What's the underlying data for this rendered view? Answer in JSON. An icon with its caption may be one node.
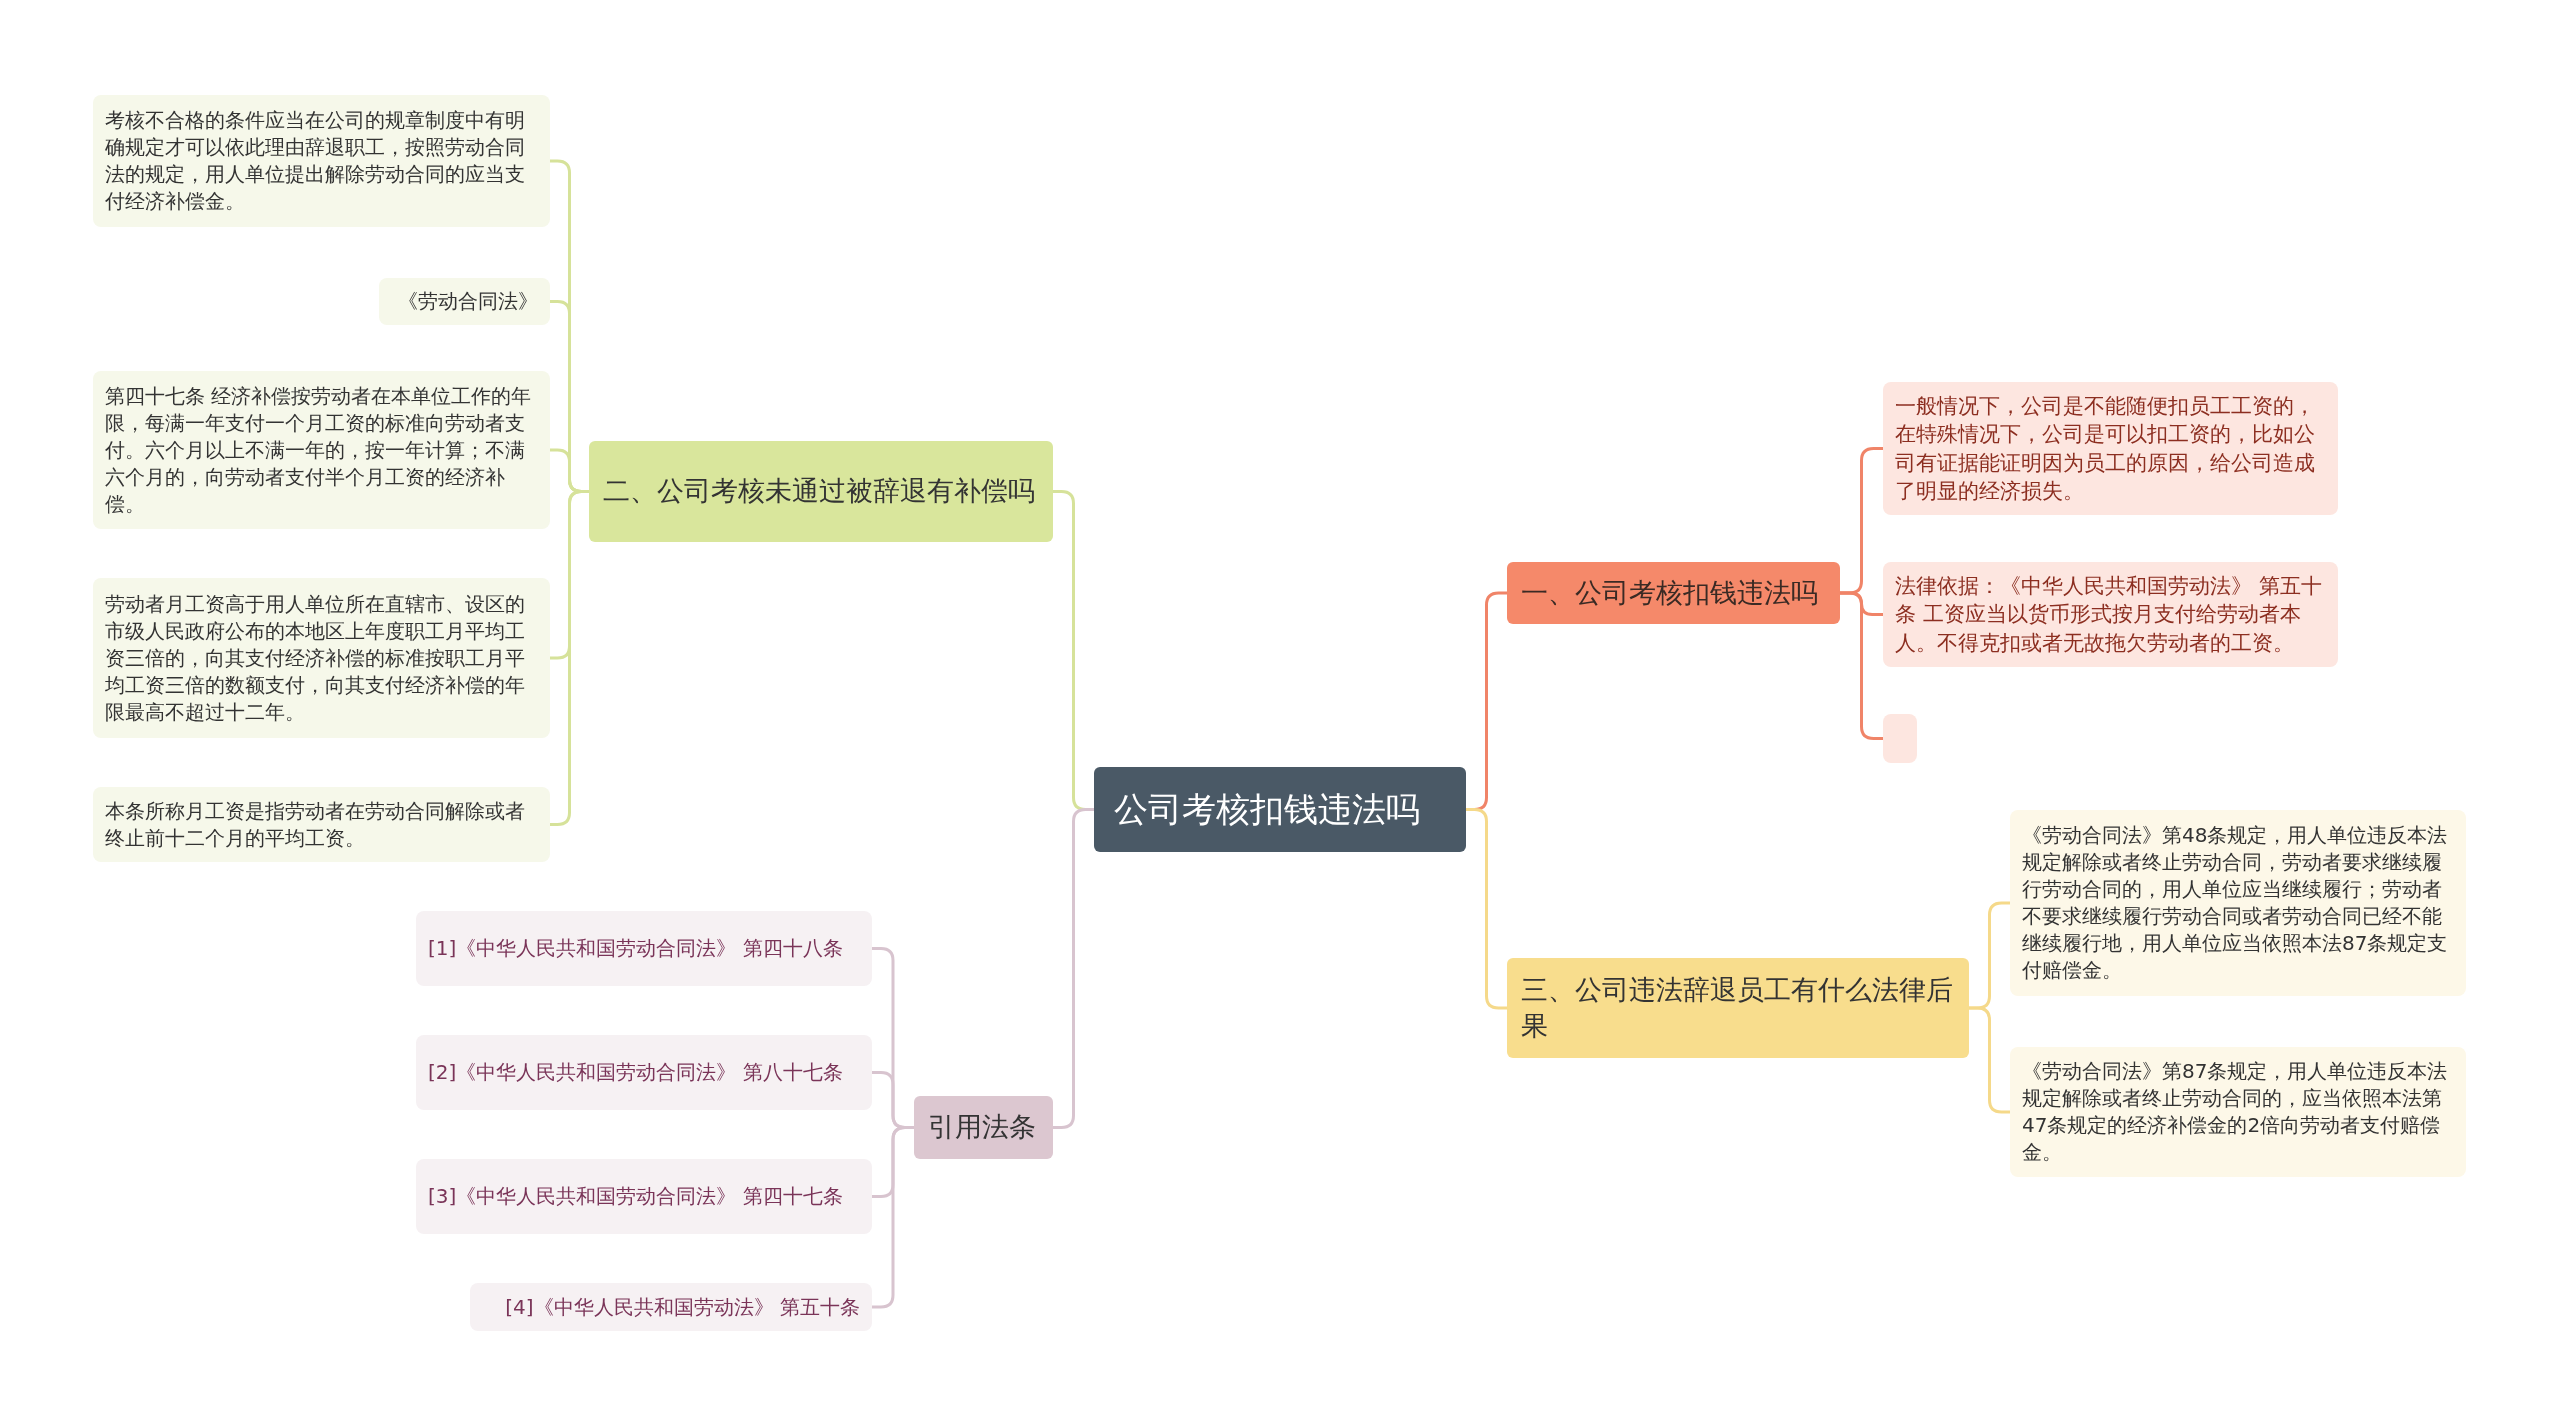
{
  "diagram": {
    "nodes": [
      {
        "text": [
          "公司考核扣钱违法吗"
        ]
      },
      {
        "text": [
          "一、公司考核扣钱违法吗"
        ]
      },
      {
        "text": [
          "一般情况下，公司是不能随便扣员工工资的，在特殊情况下，公司是可以扣工资的，比如公司有证据能证明因为员工的原因，给公司造成了明显的经济损失。"
        ]
      },
      {
        "text": [
          "法律依据：《中华人民共和国劳动法》 第五十条 工资应当以货币形式按月支付给劳动者本人。不得克扣或者无故拖欠劳动者的工资。"
        ]
      },
      {
        "text": [],
        "shape": "box"
      },
      {
        "text": [
          "二、公司考核未通过被辞退有补偿吗"
        ]
      },
      {
        "text": [
          "考核不合格的条件应当在公司的规章制度中有明确规定才可以依此理由辞退职工，按照劳动合同法的规定，用人单位提出解除劳动合同的应当支付经济补偿金。"
        ]
      },
      {
        "text": [
          "《劳动合同法》"
        ]
      },
      {
        "text": [
          "第四十七条 经济补偿按劳动者在本单位工作的年限，每满一年支付一个月工资的标准向劳动者支付。六个月以上不满一年的，按一年计算；不满六个月的，向劳动者支付半个月工资的经济补偿。"
        ]
      },
      {
        "text": [
          "劳动者月工资高于用人单位所在直辖市、设区的市级人民政府公布的本地区上年度职工月平均工资三倍的，向其支付经济补偿的标准按职工月平均工资三倍的数额支付，向其支付经济补偿的年限最高不超过十二年。"
        ]
      },
      {
        "text": [
          "本条所称月工资是指劳动者在劳动合同解除或者终止前十二个月的平均工资。"
        ]
      },
      {
        "text": [
          "三、公司违法辞退员工有什么法律后果"
        ]
      },
      {
        "text": [
          "《劳动合同法》第48条规定，用人单位违反本法规定解除或者终止劳动合同，劳动者要求继续履行劳动合同的，用人单位应当继续履行；劳动者不要求继续履行劳动合同或者劳动合同已经不能继续履行地，用人单位应当依照本法87条规定支付赔偿金。"
        ]
      },
      {
        "text": [
          "《劳动合同法》第87条规定，用人单位违反本法规定解除或者终止劳动合同的，应当依照本法第47条规定的经济补偿金的2倍向劳动者支付赔偿金。"
        ]
      },
      {
        "text": [
          "引用法条"
        ]
      },
      {
        "text": [
          "[1]《中华人民共和国劳动合同法》 第四十八条"
        ]
      },
      {
        "text": [
          "[2]《中华人民共和国劳动合同法》 第八十七条"
        ]
      },
      {
        "text": [
          "[3]《中华人民共和国劳动合同法》 第四十七条"
        ]
      },
      {
        "text": [
          "[4]《中华人民共和国劳动法》 第五十条"
        ]
      }
    ],
    "edges": [
      {
        "from": 0,
        "to": 1,
        "arrow": "none",
        "color": "#f08468"
      },
      {
        "from": 1,
        "to": 2,
        "arrow": "none",
        "color": "#f08468"
      },
      {
        "from": 1,
        "to": 3,
        "arrow": "none",
        "color": "#f08468"
      },
      {
        "from": 1,
        "to": 4,
        "arrow": "none",
        "color": "#f08468"
      },
      {
        "from": 0,
        "to": 5,
        "arrow": "none",
        "color": "#d6e29a"
      },
      {
        "from": 5,
        "to": 6,
        "arrow": "none",
        "color": "#d6e29a"
      },
      {
        "from": 5,
        "to": 7,
        "arrow": "none",
        "color": "#d6e29a"
      },
      {
        "from": 5,
        "to": 8,
        "arrow": "none",
        "color": "#d6e29a"
      },
      {
        "from": 5,
        "to": 9,
        "arrow": "none",
        "color": "#d6e29a"
      },
      {
        "from": 5,
        "to": 10,
        "arrow": "none",
        "color": "#d6e29a"
      },
      {
        "from": 0,
        "to": 11,
        "arrow": "none",
        "color": "#f5d98a"
      },
      {
        "from": 11,
        "to": 12,
        "arrow": "none",
        "color": "#f5d98a"
      },
      {
        "from": 11,
        "to": 13,
        "arrow": "none",
        "color": "#f5d98a"
      },
      {
        "from": 0,
        "to": 14,
        "arrow": "none",
        "color": "#d8c4cf"
      },
      {
        "from": 14,
        "to": 15,
        "arrow": "none",
        "color": "#d8c4cf"
      },
      {
        "from": 14,
        "to": 16,
        "arrow": "none",
        "color": "#d8c4cf"
      },
      {
        "from": 14,
        "to": 17,
        "arrow": "none",
        "color": "#d8c4cf"
      },
      {
        "from": 14,
        "to": 18,
        "arrow": "none",
        "color": "#d8c4cf"
      }
    ]
  }
}
